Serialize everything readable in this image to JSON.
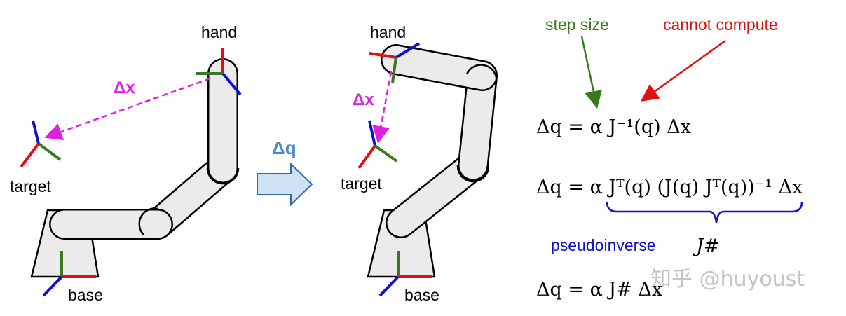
{
  "left_robot": {
    "hand_label": "hand",
    "target_label": "target",
    "base_label": "base",
    "delta_x_label": "Δx"
  },
  "transition": {
    "delta_q_label": "Δq"
  },
  "right_robot": {
    "hand_label": "hand",
    "target_label": "target",
    "base_label": "base",
    "delta_x_label": "Δx"
  },
  "annotations": {
    "step_size": "step size",
    "cannot_compute": "cannot compute",
    "pseudoinverse": "pseudoinverse",
    "pseudoinverse_symbol": "J#"
  },
  "equations": [
    "Δq = α J⁻¹(q) Δx",
    "Δq = α Jᵀ(q) (J(q) Jᵀ(q))⁻¹ Δx",
    "Δq = α J# Δx"
  ],
  "watermark": "知乎 @huyoust",
  "colors": {
    "magenta": "#e020e0",
    "green": "#3a7a1e",
    "red": "#e01010",
    "blue": "#1010d0",
    "arrow_blue": "#4a86c8"
  }
}
